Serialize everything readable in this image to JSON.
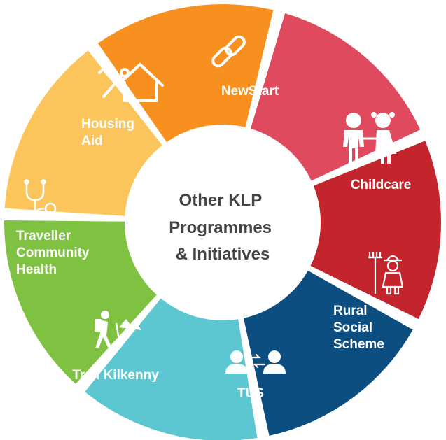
{
  "center": {
    "title_lines": [
      "Other KLP",
      "Programmes",
      "& Initiatives"
    ]
  },
  "segments": [
    {
      "label_lines": [
        "NewStart"
      ],
      "color": "#e04a5e",
      "icon": "chain-link-icon"
    },
    {
      "label_lines": [
        "Childcare"
      ],
      "color": "#c4242c",
      "icon": "children-icon"
    },
    {
      "label_lines": [
        "Rural",
        "Social",
        "Scheme"
      ],
      "color": "#0d4e80",
      "icon": "farmer-with-rake-icon"
    },
    {
      "label_lines": [
        "TÚS"
      ],
      "color": "#5cc7d0",
      "icon": "people-exchange-icon"
    },
    {
      "label_lines": [
        "Trail Kilkenny"
      ],
      "color": "#7fc242",
      "icon": "hiker-icon"
    },
    {
      "label_lines": [
        "Traveller",
        "Community",
        "Health"
      ],
      "color": "#fbc55c",
      "icon": "stethoscope-icon"
    },
    {
      "label_lines": [
        "Housing",
        "Aid"
      ],
      "color": "#f7901e",
      "icon": "house-tools-icon"
    }
  ]
}
